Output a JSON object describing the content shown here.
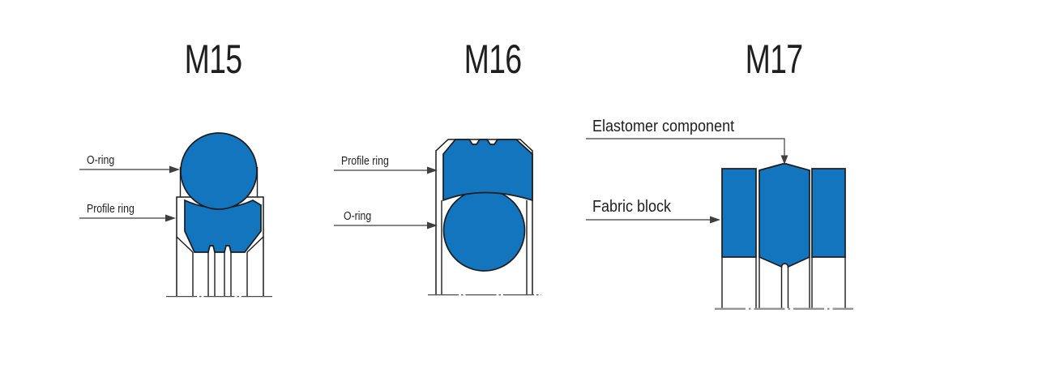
{
  "colors": {
    "part_blue": "#1375BD",
    "outline": "#1C1C1C",
    "leader": "#3F3F3F",
    "baseline_dark": "#4D4D4D",
    "baseline_light": "#949494",
    "text": "#1F1F1F",
    "background": "#FFFFFF"
  },
  "diagrams": {
    "m15": {
      "title": "M15",
      "labels": {
        "oring": "O-ring",
        "profile": "Profile ring"
      }
    },
    "m16": {
      "title": "M16",
      "labels": {
        "profile": "Profile ring",
        "oring": "O-ring"
      }
    },
    "m17": {
      "title": "M17",
      "labels": {
        "elastomer": "Elastomer component",
        "fabric": "Fabric block"
      }
    }
  }
}
